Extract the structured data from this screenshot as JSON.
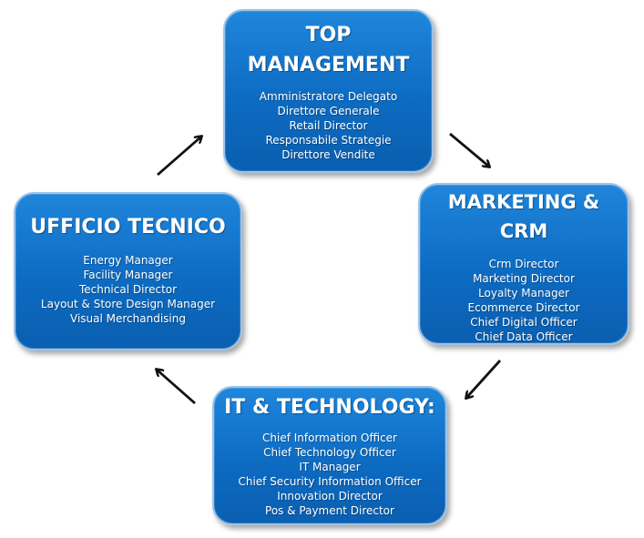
{
  "boxes": {
    "top": {
      "title_line1": "TOP",
      "title_line2": "MANAGEMENT",
      "items": [
        "Amministratore Delegato",
        "Direttore Generale",
        "Retail Director",
        "Responsabile Strategie",
        "Direttore Vendite"
      ]
    },
    "marketing": {
      "title_line1": "MARKETING &",
      "title_line2": "CRM",
      "items": [
        "Crm Director",
        "Marketing Director",
        "Loyalty Manager",
        "Ecommerce Director",
        "Chief Digital Officer",
        "Chief Data Officer"
      ]
    },
    "it": {
      "title": "IT & TECHNOLOGY:",
      "items": [
        "Chief Information Officer",
        "Chief Technology Officer",
        "IT Manager",
        "Chief Security Information Officer",
        "Innovation Director",
        "Pos & Payment Director"
      ]
    },
    "ufficio": {
      "title": "UFFICIO TECNICO",
      "items": [
        "Energy Manager",
        "Facility Manager",
        "Technical Director",
        "Layout & Store Design Manager",
        "Visual Merchandising"
      ]
    }
  },
  "colors": {
    "box_fill": "#0d6bc2",
    "box_border": "#9fc3e6",
    "text": "#ffffff",
    "arrow": "#111111"
  }
}
